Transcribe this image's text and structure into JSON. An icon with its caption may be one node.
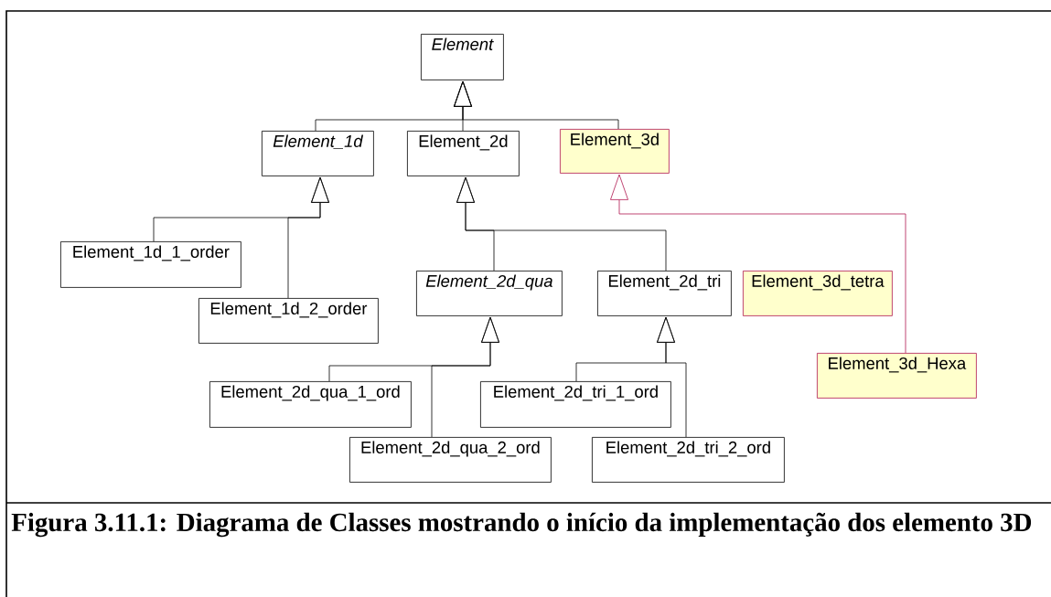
{
  "diagram": {
    "caption": "Figura 3.11.1: Diagrama de Classes mostrando o início da implementação dos elemento 3D",
    "nodes": [
      {
        "text": [
          "Element"
        ]
      },
      {
        "text": [
          "Element_1d"
        ]
      },
      {
        "text": [
          "Element_2d"
        ]
      },
      {
        "text": [
          "Element_3d"
        ]
      },
      {
        "text": [
          "Element_1d_1_order"
        ]
      },
      {
        "text": [
          "Element_1d_2_order"
        ]
      },
      {
        "text": [
          "Element_2d_qua"
        ]
      },
      {
        "text": [
          "Element_2d_tri"
        ]
      },
      {
        "text": [
          "Element_3d_tetra"
        ]
      },
      {
        "text": [
          "Element_3d_Hexa"
        ]
      },
      {
        "text": [
          "Element_2d_qua_1_ord"
        ]
      },
      {
        "text": [
          "Element_2d_tri_1_ord"
        ]
      },
      {
        "text": [
          "Element_2d_qua_2_ord"
        ]
      },
      {
        "text": [
          "Element_2d_tri_2_ord"
        ]
      }
    ],
    "edges": [
      {
        "from": 1,
        "to": 0,
        "arrow": "to"
      },
      {
        "from": 2,
        "to": 0,
        "arrow": "to"
      },
      {
        "from": 3,
        "to": 0,
        "arrow": "to"
      },
      {
        "from": 4,
        "to": 1,
        "arrow": "to"
      },
      {
        "from": 5,
        "to": 1,
        "arrow": "to"
      },
      {
        "from": 6,
        "to": 2,
        "arrow": "to"
      },
      {
        "from": 7,
        "to": 2,
        "arrow": "to"
      },
      {
        "from": 9,
        "to": 3,
        "arrow": "to",
        "color": "#b01850"
      },
      {
        "from": 10,
        "to": 6,
        "arrow": "to"
      },
      {
        "from": 12,
        "to": 6,
        "arrow": "to"
      },
      {
        "from": 11,
        "to": 7,
        "arrow": "to"
      },
      {
        "from": 13,
        "to": 7,
        "arrow": "to"
      }
    ]
  }
}
